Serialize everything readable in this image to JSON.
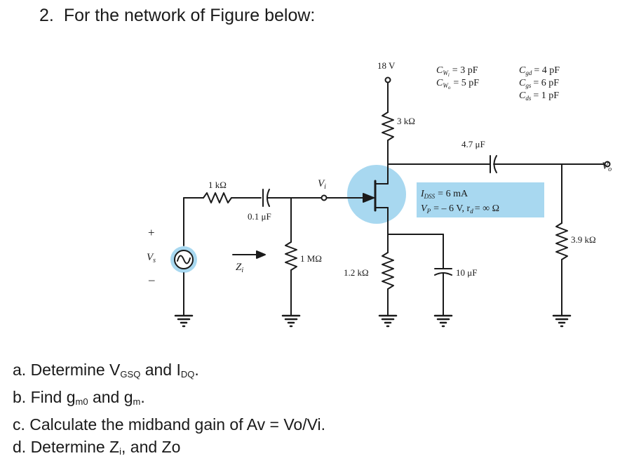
{
  "problem": {
    "number": "2.",
    "title": "For the network of Figure below:"
  },
  "circuit": {
    "supply": "18 V",
    "rd": "3 kΩ",
    "rg_series": "1 kΩ",
    "c_in": "0.1 μF",
    "rg": "1 MΩ",
    "rs": "1.2 kΩ",
    "cs": "10 μF",
    "c_out": "4.7 μF",
    "rl": "3.9 kΩ",
    "vs": "V",
    "vs_sub": "s",
    "vi": "V",
    "vi_sub": "i",
    "vo": "V",
    "vo_sub": "o",
    "zi": "Z",
    "zi_sub": "i",
    "plus": "+",
    "minus": "–",
    "cap_wi": "C",
    "cap_wi_sub": "W",
    "cap_wi_sub2": "i",
    "cap_wi_val": "= 3 pF",
    "cap_wo": "C",
    "cap_wo_sub": "W",
    "cap_wo_sub2": "o",
    "cap_wo_val": "= 5 pF",
    "cgd": "C",
    "cgd_sub": "gd",
    "cgd_val": "= 4 pF",
    "cgs": "C",
    "cgs_sub": "gs",
    "cgs_val": "= 6 pF",
    "cds": "C",
    "cds_sub": "ds",
    "cds_val": "= 1 pF",
    "idss": "I",
    "idss_sub": "DSS",
    "idss_val": "= 6 mA",
    "vp": "V",
    "vp_sub": "P",
    "vp_val": "= – 6 V, r",
    "rd_sub": "d",
    "rd_val": "= ∞ Ω"
  },
  "questions": {
    "a_pre": "a. Determine V",
    "a_sub1": "GSQ",
    "a_mid": " and I",
    "a_sub2": "DQ",
    "a_end": ".",
    "b_pre": "b. Find g",
    "b_sub1": "m0",
    "b_mid": " and g",
    "b_sub2": "m",
    "b_end": ".",
    "c_text": "c. Calculate the midband gain of Av = Vo/Vi.",
    "d_pre": "d. Determine Z",
    "d_sub": "i",
    "d_end": ", and Zo"
  },
  "colors": {
    "highlight": "#a8d8f0",
    "wire": "#1a1a1a"
  }
}
